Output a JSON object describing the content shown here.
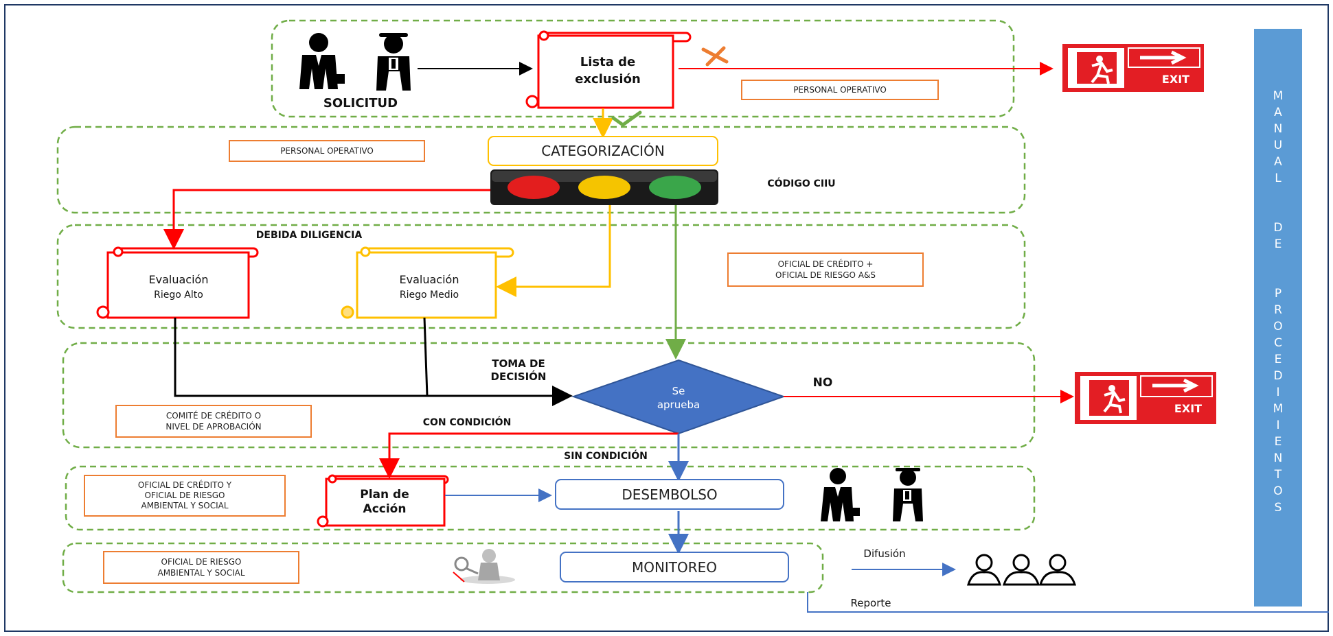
{
  "nodes": {
    "solicitud": "SOLICITUD",
    "lista_exclusion": [
      "Lista de",
      "exclusión"
    ],
    "categorizacion": "CATEGORIZACIÓN",
    "codigo_ciiu": "CÓDIGO CIIU",
    "debida_diligencia": "DEBIDA DILIGENCIA",
    "eval_alto": [
      "Evaluación",
      "Riego Alto"
    ],
    "eval_medio": [
      "Evaluación",
      "Riego Medio"
    ],
    "toma_decision": [
      "TOMA DE",
      "DECISIÓN"
    ],
    "se_aprueba": [
      "Se",
      "aprueba"
    ],
    "no": "NO",
    "con_condicion": "CON CONDICIÓN",
    "sin_condicion": "SIN CONDICIÓN",
    "plan_accion": [
      "Plan de",
      "Acción"
    ],
    "desembolso": "DESEMBOLSO",
    "monitoreo": "MONITOREO",
    "difusion": "Difusión",
    "reporte": "Reporte",
    "exit": "EXIT"
  },
  "roles": {
    "personal_operativo_1": "PERSONAL OPERATIVO",
    "personal_operativo_2": "PERSONAL OPERATIVO",
    "oficial_credito_riesgo": [
      "OFICIAL DE CRÉDITO +",
      "OFICIAL DE RIESGO A&S"
    ],
    "comite": [
      "COMITÉ DE CRÉDITO O",
      "NIVEL DE APROBACIÓN"
    ],
    "oficial_credito_ambiental": [
      "OFICIAL DE CRÉDITO Y",
      "OFICIAL DE RIESGO",
      "AMBIENTAL Y SOCIAL"
    ],
    "oficial_riesgo_ambiental": [
      "OFICIAL DE RIESGO",
      "AMBIENTAL Y SOCIAL"
    ]
  },
  "sidebar": {
    "letters": [
      "M",
      "A",
      "N",
      "U",
      "A",
      "L",
      "",
      "",
      "D",
      "E",
      "",
      "",
      "P",
      "R",
      "O",
      "C",
      "E",
      "D",
      "I",
      "M",
      "I",
      "E",
      "N",
      "T",
      "O",
      "S"
    ]
  },
  "colors": {
    "red": "#ff0000",
    "yellow": "#ffc000",
    "green": "#70ad47",
    "blue": "#4472c4",
    "diamond": "#4472c4",
    "orange_border": "#ed7d31",
    "dashed_green": "#70ad47",
    "sidebar": "#5b9bd5",
    "exit_red": "#e31e24"
  },
  "icons": {
    "people": "businessmen-icon",
    "reject": "x-mark-icon",
    "accept": "check-mark-icon",
    "traffic_light": "traffic-light-icon",
    "search": "magnifier-person-icon",
    "group": "group-people-icon",
    "exit_sign": "exit-sign-icon"
  }
}
